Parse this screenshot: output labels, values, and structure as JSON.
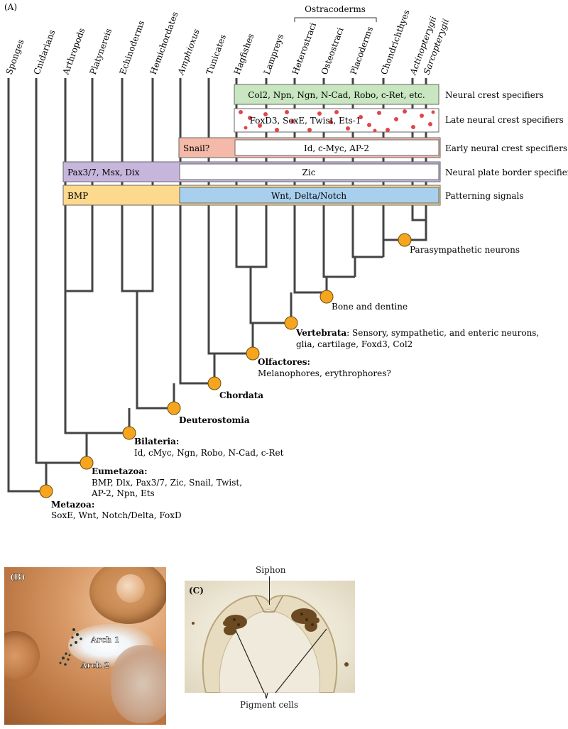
{
  "panel_a_label": "(A)",
  "panel_b_label": "(B)",
  "panel_c_label": "(C)",
  "clade_header": "Ostracoderms",
  "taxa": [
    {
      "name": "Sponges",
      "italic": false
    },
    {
      "name": "Cnidarians",
      "italic": false
    },
    {
      "name": "Arthropods",
      "italic": false
    },
    {
      "name": "Platynereis",
      "italic": false
    },
    {
      "name": "Echinoderms",
      "italic": false
    },
    {
      "name": "Hemichordates",
      "italic": false
    },
    {
      "name": "Amphioxus",
      "italic": true
    },
    {
      "name": "Tunicates",
      "italic": false
    },
    {
      "name": "Hagfishes",
      "italic": false
    },
    {
      "name": "Lampreys",
      "italic": false
    },
    {
      "name": "Heterostraci",
      "italic": false
    },
    {
      "name": "Osteostraci",
      "italic": false
    },
    {
      "name": "Placoderms",
      "italic": false
    },
    {
      "name": "Chondrichthyes",
      "italic": false
    },
    {
      "name": "Actinopterygii",
      "italic": true
    },
    {
      "name": "Sarcopterygii",
      "italic": true
    }
  ],
  "bars": {
    "neural_crest_specifiers": {
      "text": "Col2, Npn, Ngn, N-Cad, Robo, c-Ret, etc.",
      "label": "Neural crest specifiers"
    },
    "late_neural_crest_specifiers": {
      "text": "FoxD3, SoxE, Twist, Ets-1",
      "label": "Late neural crest specifiers"
    },
    "early_neural_crest_specifiers": {
      "prefix": "Snail?",
      "text": "Id, c-Myc, AP-2",
      "label": "Early neural crest specifiers"
    },
    "neural_plate_border_specifiers": {
      "prefix": "Pax3/7, Msx, Dix",
      "text": "Zic",
      "label": "Neural plate border specifiers"
    },
    "patterning_signals": {
      "prefix": "BMP",
      "text": "Wnt, Delta/Notch",
      "label": "Patterning signals"
    }
  },
  "nodes": {
    "metazoa": {
      "title": "Metazoa",
      "lines": [
        "SoxE, Wnt, Notch/Delta, FoxD"
      ]
    },
    "eumetazoa": {
      "title": "Eumetazoa",
      "lines": [
        "BMP, Dlx, Pax3/7, Zic, Snail, Twist,",
        "AP-2, Npn, Ets"
      ]
    },
    "bilateria": {
      "title": "Bilateria",
      "lines": [
        "Id, cMyc, Ngn, Robo, N-Cad, c-Ret"
      ]
    },
    "deuterostomia": {
      "title": "Deuterostomia"
    },
    "chordata": {
      "title": "Chordata"
    },
    "olfactores": {
      "title": "Olfactores",
      "lines": [
        "Melanophores, erythrophores?"
      ]
    },
    "vertebrata": {
      "title": "Vertebrata",
      "first_line": "Sensory, sympathetic, and enteric neurons,",
      "lines": [
        "glia, cartilage, Foxd3, Col2"
      ]
    },
    "bone": {
      "title": "Bone and dentine"
    },
    "parasympathetic": {
      "title": "Parasympathetic neurons"
    }
  },
  "photo_b": {
    "arch1": "Arch 1",
    "arch2": "Arch 2"
  },
  "photo_c": {
    "siphon": "Siphon",
    "pigment": "Pigment cells"
  },
  "colors": {
    "green": "#c8e6c0",
    "pink": "#f4b9a8",
    "purple": "#c6b6dc",
    "orange": "#fcd98c",
    "blue": "#a8d0ee",
    "node": "#f6a51e",
    "dots": "#e0464a"
  }
}
